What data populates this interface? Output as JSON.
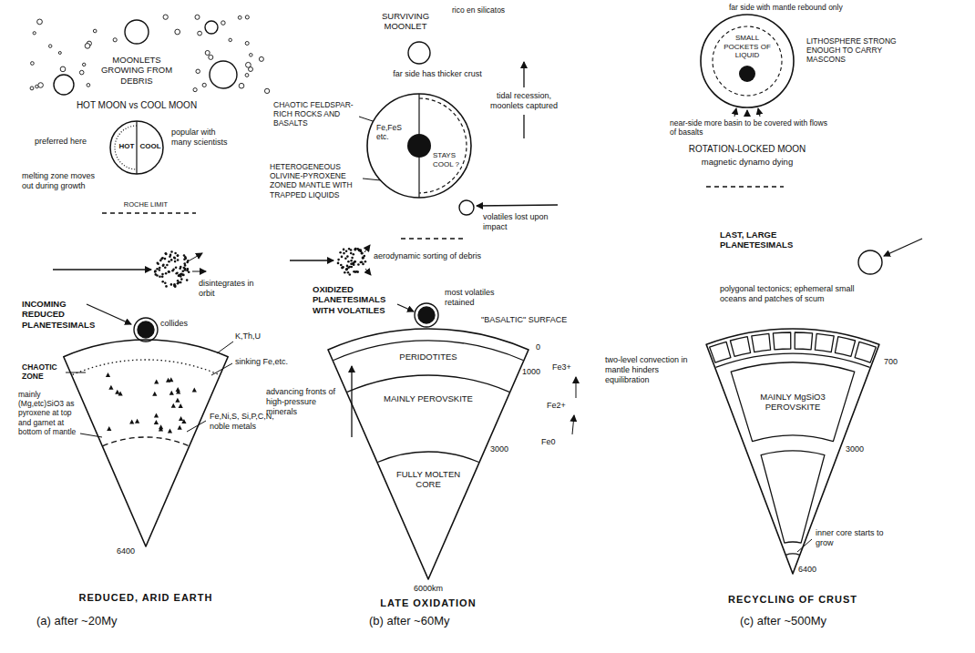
{
  "diagram": {
    "nodes": [
      {
        "text": [
          "HOT",
          "COOL"
        ]
      },
      {
        "text": [
          "Fe,FeS etc.",
          "STAYS COOL ?"
        ]
      },
      {
        "text": [
          "SMALL POCKETS OF LIQUID"
        ]
      }
    ],
    "labels": [
      "MOONLETS GROWING FROM DEBRIS",
      "HOT MOON vs COOL MOON",
      "preferred here",
      "popular with many scientists",
      "melting zone moves out during growth",
      "ROCHE LIMIT",
      "disintegrates in orbit",
      "INCOMING REDUCED PLANETESIMALS",
      "collides",
      "K,Th,U",
      "CHAOTIC ZONE",
      "sinking Fe,etc.",
      "mainly (Mg,etc)SiO3 as pyroxene at top and garnet at bottom of mantle",
      "Fe,Ni,S, Si,P,C,N, noble metals",
      "6400",
      "REDUCED, ARID EARTH",
      "(a) after ~20My",
      "SURVIVING MOONLET",
      "rico en silicatos",
      "far side has thicker crust",
      "CHAOTIC FELDSPAR-RICH ROCKS AND BASALTS",
      "HETEROGENEOUS OLIVINE-PYROXENE ZONED MANTLE WITH TRAPPED LIQUIDS",
      "tidal recession, moonlets captured",
      "volatiles lost upon impact",
      "aerodynamic sorting of debris",
      "OXIDIZED PLANETESIMALS WITH VOLATILES",
      "most volatiles retained",
      "\"BASALTIC\" SURFACE",
      "PERIDOTITES",
      "MAINLY PEROVSKITE",
      "FULLY MOLTEN CORE",
      "0",
      "1000",
      "3000",
      "6000km",
      "Fe3+",
      "Fe2+",
      "Fe0",
      "advancing fronts of high-pressure minerals",
      "LATE OXIDATION",
      "(b) after ~60My",
      "far side with mantle rebound only",
      "LITHOSPHERE STRONG ENOUGH TO CARRY MASCONS",
      "near-side more basin to be covered with flows of basalts",
      "ROTATION-LOCKED MOON",
      "magnetic dynamo dying",
      "LAST, LARGE PLANETESIMALS",
      "polygonal tectonics; ephemeral small oceans and patches of scum",
      "700",
      "MAINLY MgSiO3 PEROVSKITE",
      "3000",
      "6400",
      "two-level convection in mantle hinders equilibration",
      "inner core starts to grow",
      "RECYCLING OF CRUST",
      "(c) after ~500My"
    ]
  }
}
